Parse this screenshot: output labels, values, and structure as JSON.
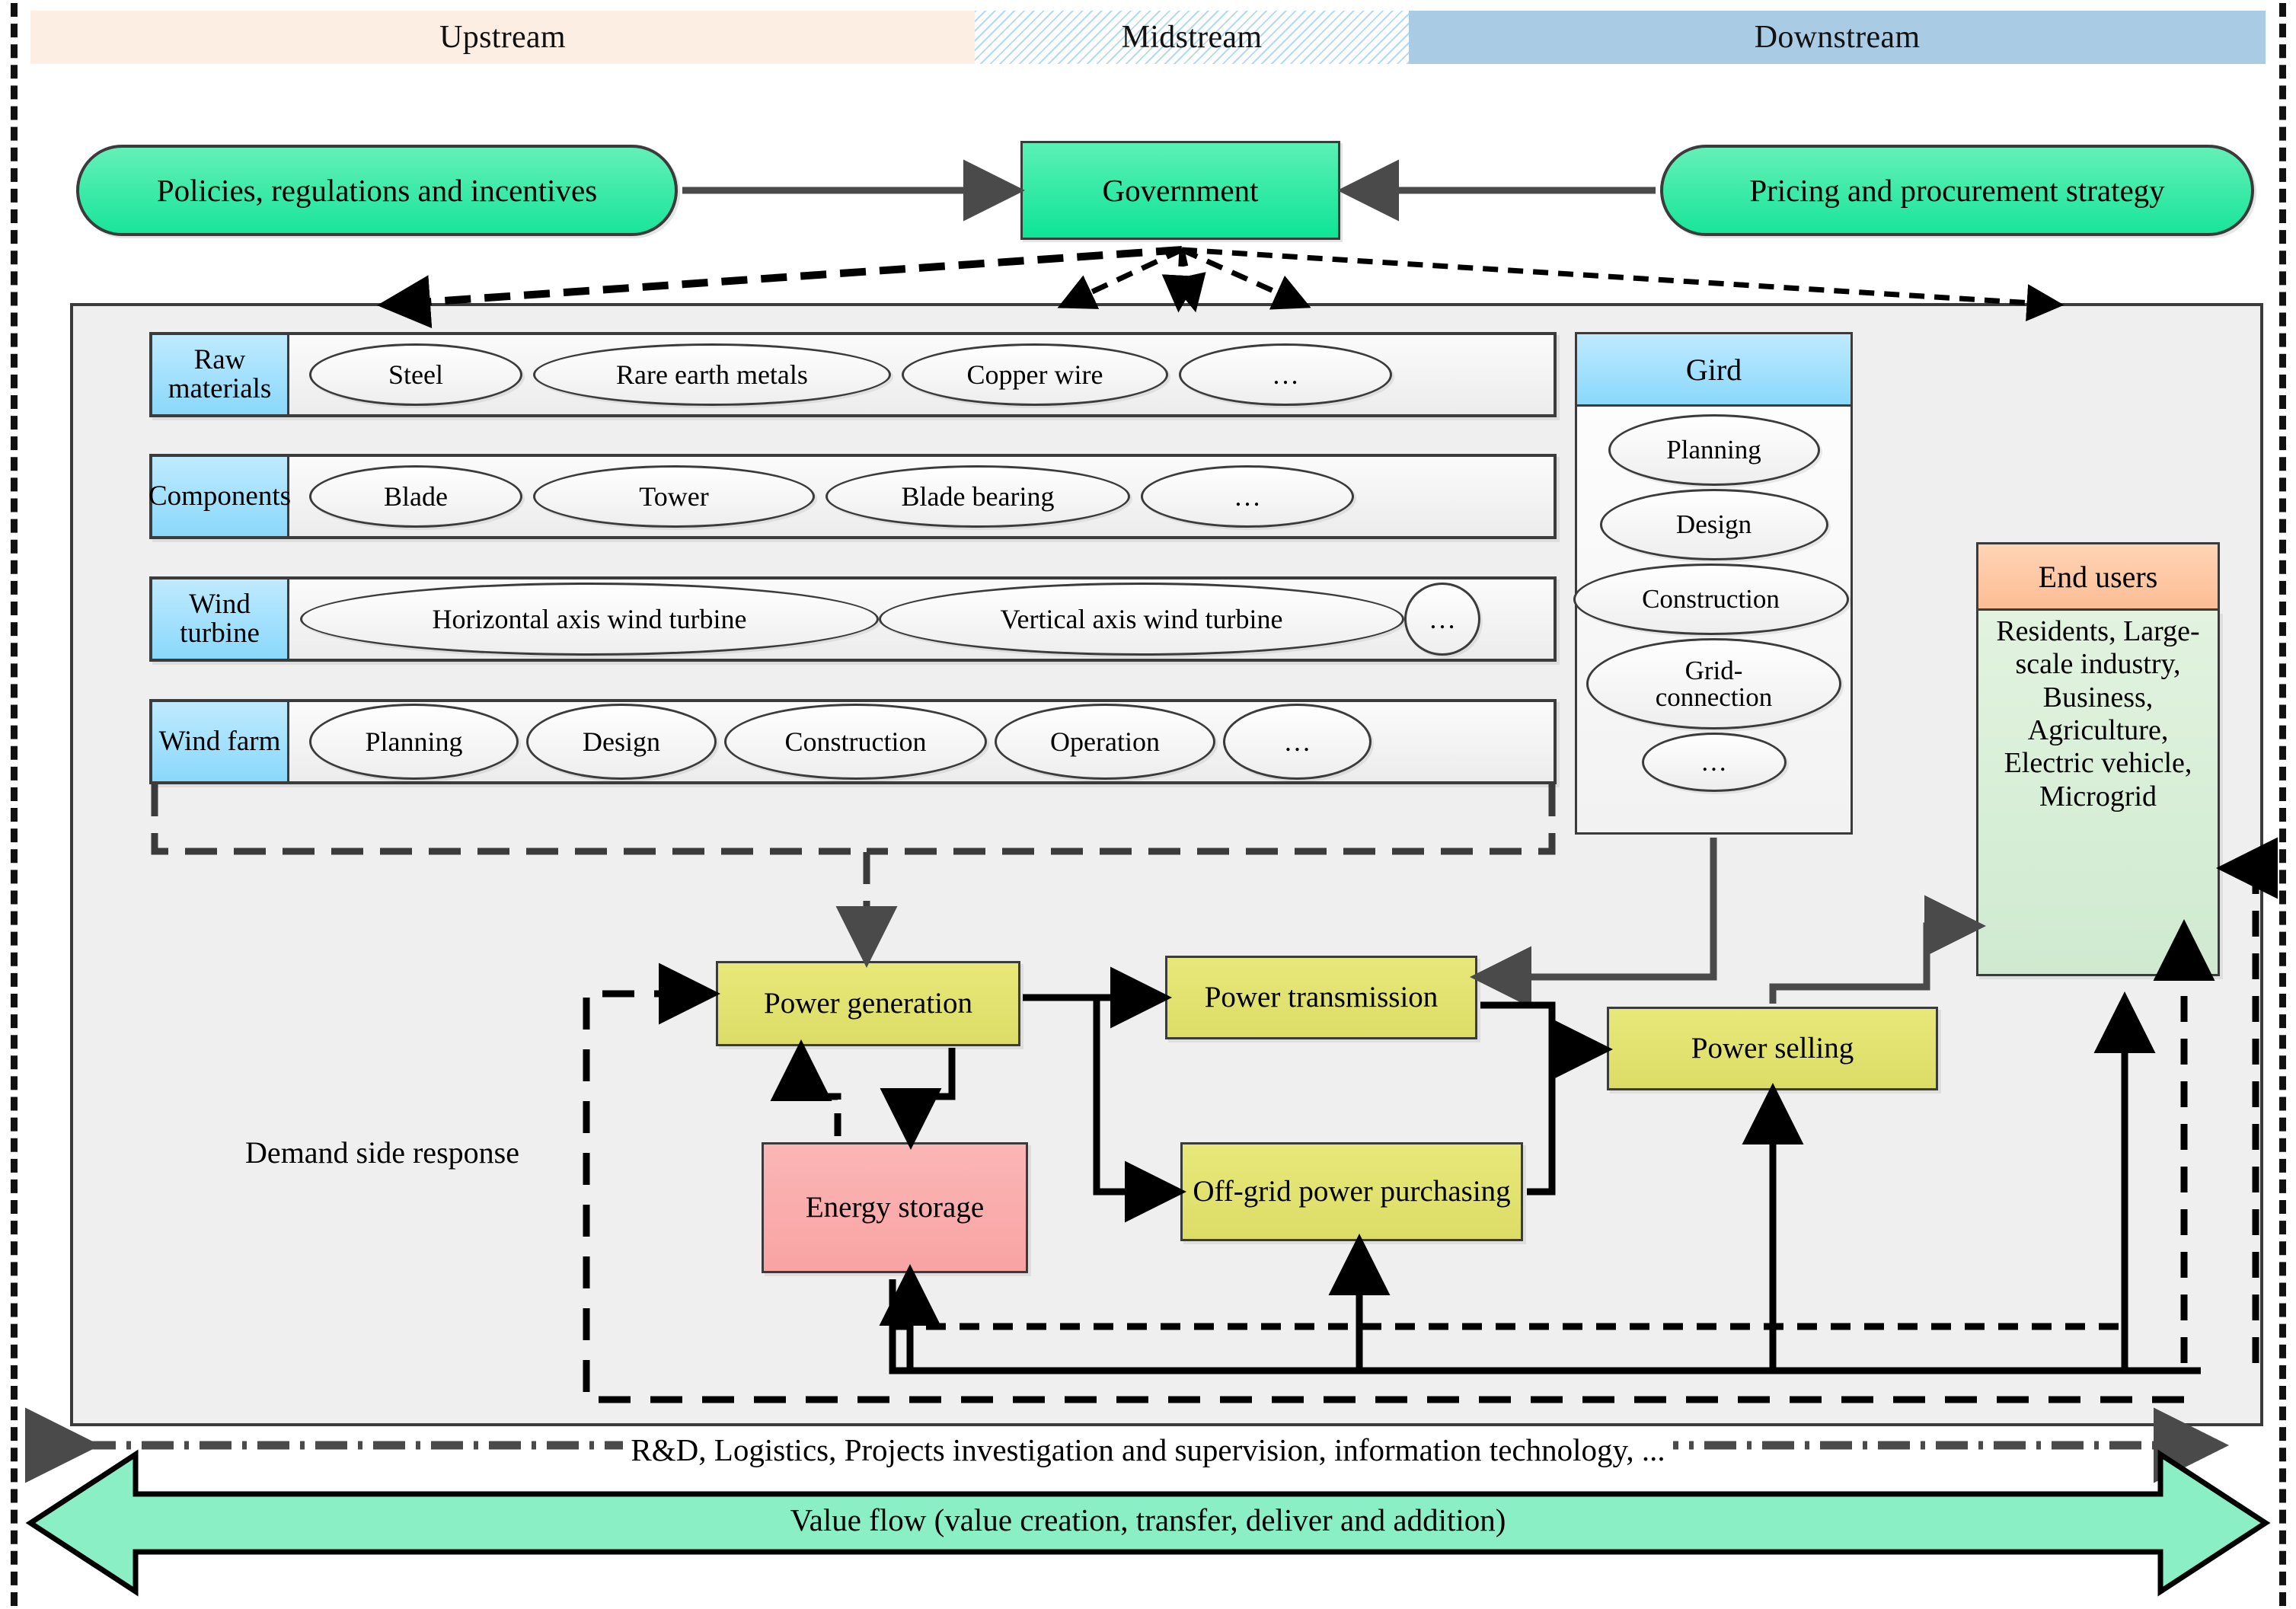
{
  "header": {
    "sections": [
      {
        "label": "Upstream",
        "color": "#fdeee3"
      },
      {
        "label": "Midstream",
        "color": "#ffffff"
      },
      {
        "label": "Downstream",
        "color": "#a9cbe3"
      }
    ]
  },
  "top": {
    "left_pill": "Policies, regulations and incentives",
    "center_box": "Government",
    "right_pill": "Pricing and procurement strategy"
  },
  "chain_rows": [
    {
      "label": "Raw\nmaterials",
      "items": [
        "Steel",
        "Rare earth metals",
        "Copper wire",
        "…"
      ]
    },
    {
      "label": "Components",
      "items": [
        "Blade",
        "Tower",
        "Blade bearing",
        "…"
      ]
    },
    {
      "label": "Wind\nturbine",
      "items": [
        "Horizontal axis wind turbine",
        "Vertical axis wind turbine",
        "…"
      ]
    },
    {
      "label": "Wind farm",
      "items": [
        "Planning",
        "Design",
        "Construction",
        "Operation",
        "…"
      ]
    }
  ],
  "gird": {
    "title": "Gird",
    "items": [
      "Planning",
      "Design",
      "Construction",
      "Grid-\nconnection",
      "…"
    ]
  },
  "end_users": {
    "title": "End users",
    "body": "Residents, Large-scale industry, Business, Agriculture, Electric vehicle, Microgrid"
  },
  "process": {
    "power_generation": "Power generation",
    "energy_storage": "Energy storage",
    "power_transmission": "Power transmission",
    "offgrid_power_purchasing": "Off-grid power purchasing",
    "power_selling": "Power selling",
    "demand_side_response": "Demand side response"
  },
  "bottom": {
    "support_activities": "R&D, Logistics, Projects investigation and supervision, information technology, ...",
    "value_flow": "Value flow (value creation, transfer, deliver and addition)"
  },
  "colors": {
    "pill_green": "#19e59a",
    "row_label_blue": "#8ad8fb",
    "process_yellow": "#dcdd67",
    "storage_pink": "#f9a3a3",
    "enduser_orange": "#fcbd95",
    "enduser_green": "#cfead0",
    "panel_grey": "#efefef",
    "upstream": "#fdeee3",
    "downstream": "#a9cbe3",
    "stroke": "#3b3b3b"
  }
}
